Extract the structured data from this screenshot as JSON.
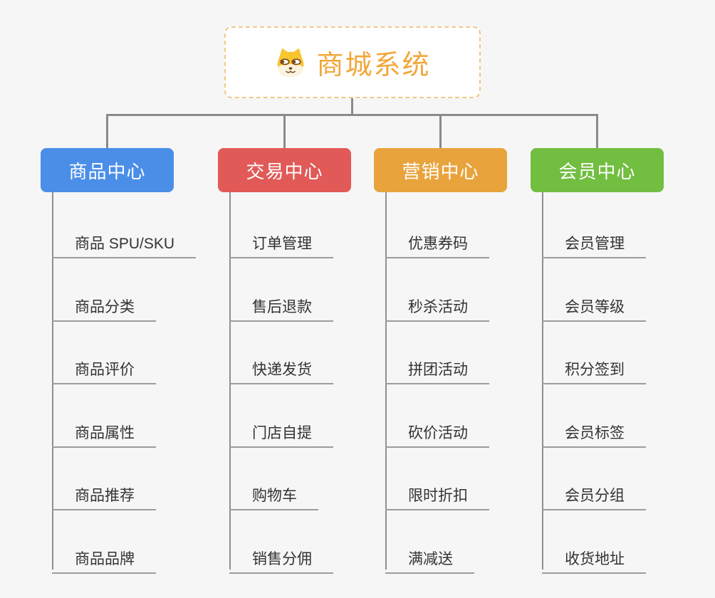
{
  "background_color": "#f6f6f6",
  "connector_color": "#8a8a8a",
  "root": {
    "title": "商城系统",
    "icon": "shiba-dog-icon",
    "text_color": "#F1A73B",
    "border_color": "#F3C887"
  },
  "branches": [
    {
      "label": "商品中心",
      "color": "#4A8EE8",
      "children": [
        "商品 SPU/SKU",
        "商品分类",
        "商品评价",
        "商品属性",
        "商品推荐",
        "商品品牌"
      ]
    },
    {
      "label": "交易中心",
      "color": "#E15A58",
      "children": [
        "订单管理",
        "售后退款",
        "快递发货",
        "门店自提",
        "购物车",
        "销售分佣"
      ]
    },
    {
      "label": "营销中心",
      "color": "#E8A33C",
      "children": [
        "优惠券码",
        "秒杀活动",
        "拼团活动",
        "砍价活动",
        "限时折扣",
        "满减送"
      ]
    },
    {
      "label": "会员中心",
      "color": "#72BE41",
      "children": [
        "会员管理",
        "会员等级",
        "积分签到",
        "会员标签",
        "会员分组",
        "收货地址"
      ]
    }
  ]
}
